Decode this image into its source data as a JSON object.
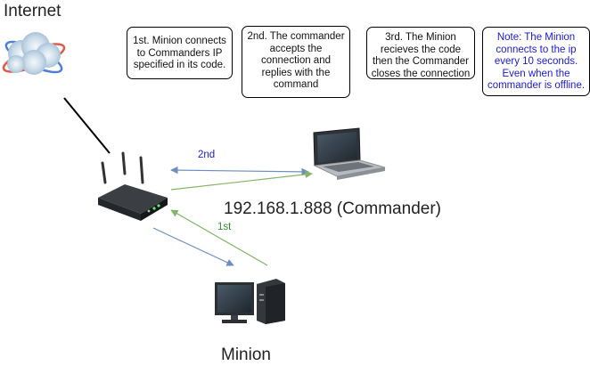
{
  "labels": {
    "internet": "Internet",
    "commander": "192.168.1.888 (Commander)",
    "minion": "Minion"
  },
  "notes": [
    "1st. Minion connects to Commanders IP specified in its code.",
    "2nd. The commander accepts the connection and replies with the command",
    "3rd. The Minion recieves the code then the Commander closes the connection",
    "Note: The Minion connects to the ip every 10 seconds. Even when the commander is offline."
  ],
  "edges": {
    "second": "2nd",
    "first": "1st"
  },
  "colors": {
    "blue_arrow": "#6c8ebf",
    "green_arrow": "#82b366",
    "blue_text": "#1a1ad6",
    "green_text": "#2e8b2e"
  }
}
